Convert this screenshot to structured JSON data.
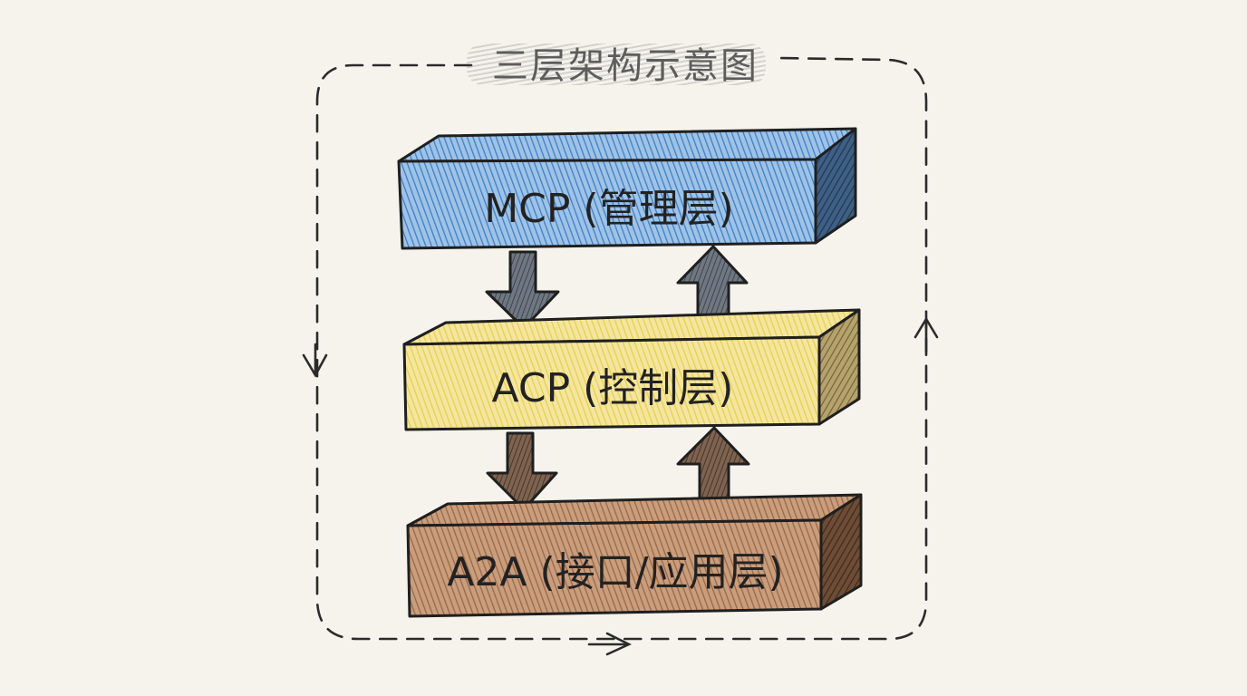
{
  "diagram": {
    "title": "三层架构示意图",
    "layers": [
      {
        "label": "MCP (管理层)",
        "color": "#4d8fcf"
      },
      {
        "label": "ACP (控制层)",
        "color": "#eed55a"
      },
      {
        "label": "A2A (接口/应用层)",
        "color": "#a0714c"
      }
    ],
    "arrow_colors": {
      "down": "#4a4a4a",
      "up": "#5b4a3c",
      "down_lower": "#6b5444"
    },
    "loop": {
      "style": "dashed",
      "direction": "counter-clockwise"
    }
  }
}
